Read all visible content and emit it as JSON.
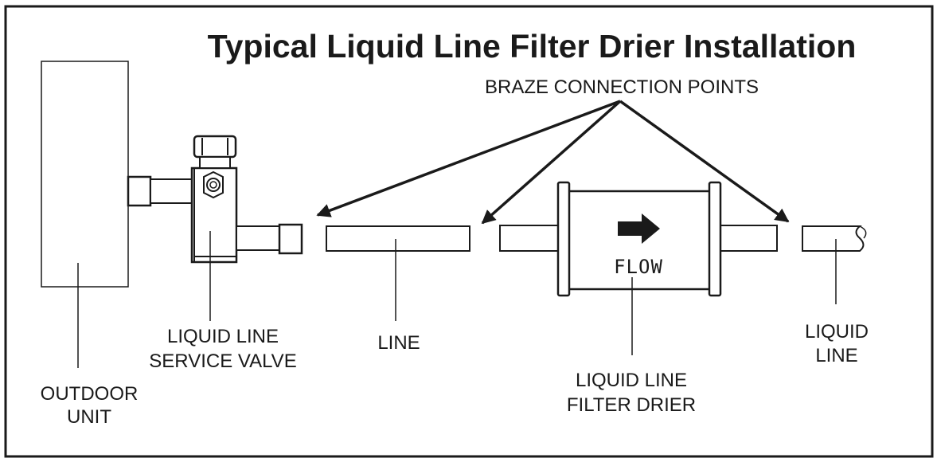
{
  "title": "Typical Liquid Line Filter Drier Installation",
  "braze_label": "BRAZE CONNECTION POINTS",
  "flow_label": "FLOW",
  "flow_arrow_icon": "right-arrow-icon",
  "labels": {
    "outdoor_unit": [
      "OUTDOOR",
      "UNIT"
    ],
    "service_valve": [
      "LIQUID LINE",
      "SERVICE VALVE"
    ],
    "line": [
      "LINE"
    ],
    "filter_drier": [
      "LIQUID LINE",
      "FILTER DRIER"
    ],
    "liquid_line": [
      "LIQUID",
      "LINE"
    ]
  },
  "colors": {
    "ink": "#1a1a1a",
    "background": "#ffffff"
  }
}
